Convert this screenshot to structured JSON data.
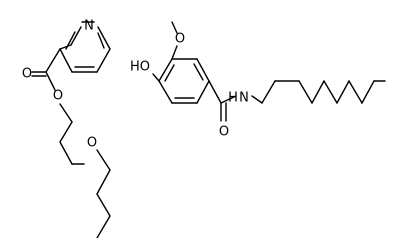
{
  "molecules": [
    {
      "atom_labels": [
        {
          "id": "pyridine-nitrogen",
          "text": "N"
        },
        {
          "id": "carbonyl-oxygen-1",
          "text": "O"
        },
        {
          "id": "ester-oxygen",
          "text": "O"
        },
        {
          "id": "ether-oxygen",
          "text": "O"
        }
      ]
    },
    {
      "atom_labels": [
        {
          "id": "methoxy-oxygen",
          "text": "O"
        },
        {
          "id": "hydroxyl-group",
          "text": "HO"
        },
        {
          "id": "amide-nitrogen",
          "text": "N"
        },
        {
          "id": "amide-hydrogen",
          "text": "H"
        },
        {
          "id": "carbonyl-oxygen-2",
          "text": "O"
        }
      ]
    }
  ],
  "colors": {
    "bond": "#000000",
    "label": "#000000",
    "background": "#ffffff"
  }
}
